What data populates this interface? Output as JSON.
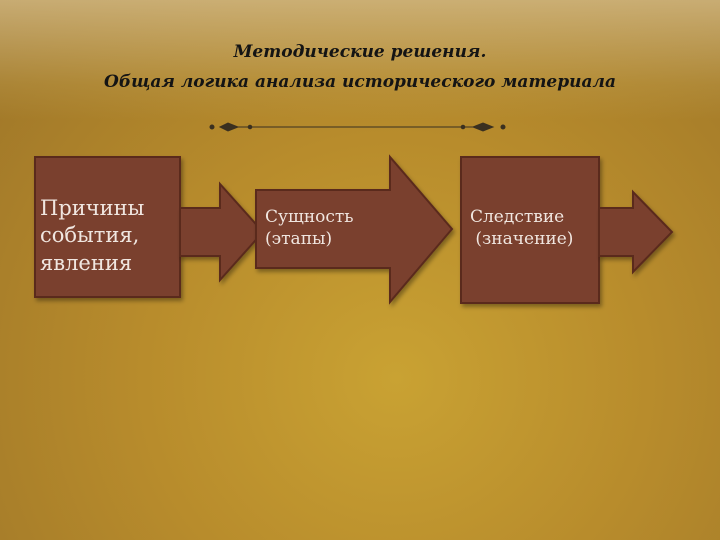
{
  "header": {
    "title_line1": "Методические решения.",
    "title_line2": "Общая логика анализа исторического материала"
  },
  "diagram": {
    "box1_lines": [
      "Причины",
      "события,",
      "явления"
    ],
    "arrow_lines": [
      "Сущность",
      "(этапы)"
    ],
    "box3_lines": [
      "Следствие",
      " (значение)"
    ]
  },
  "colors": {
    "shape_fill": "#7a3f2e",
    "shape_stroke": "#5a2a1e",
    "background": "#b88c2c",
    "text": "#f0e6e0"
  }
}
